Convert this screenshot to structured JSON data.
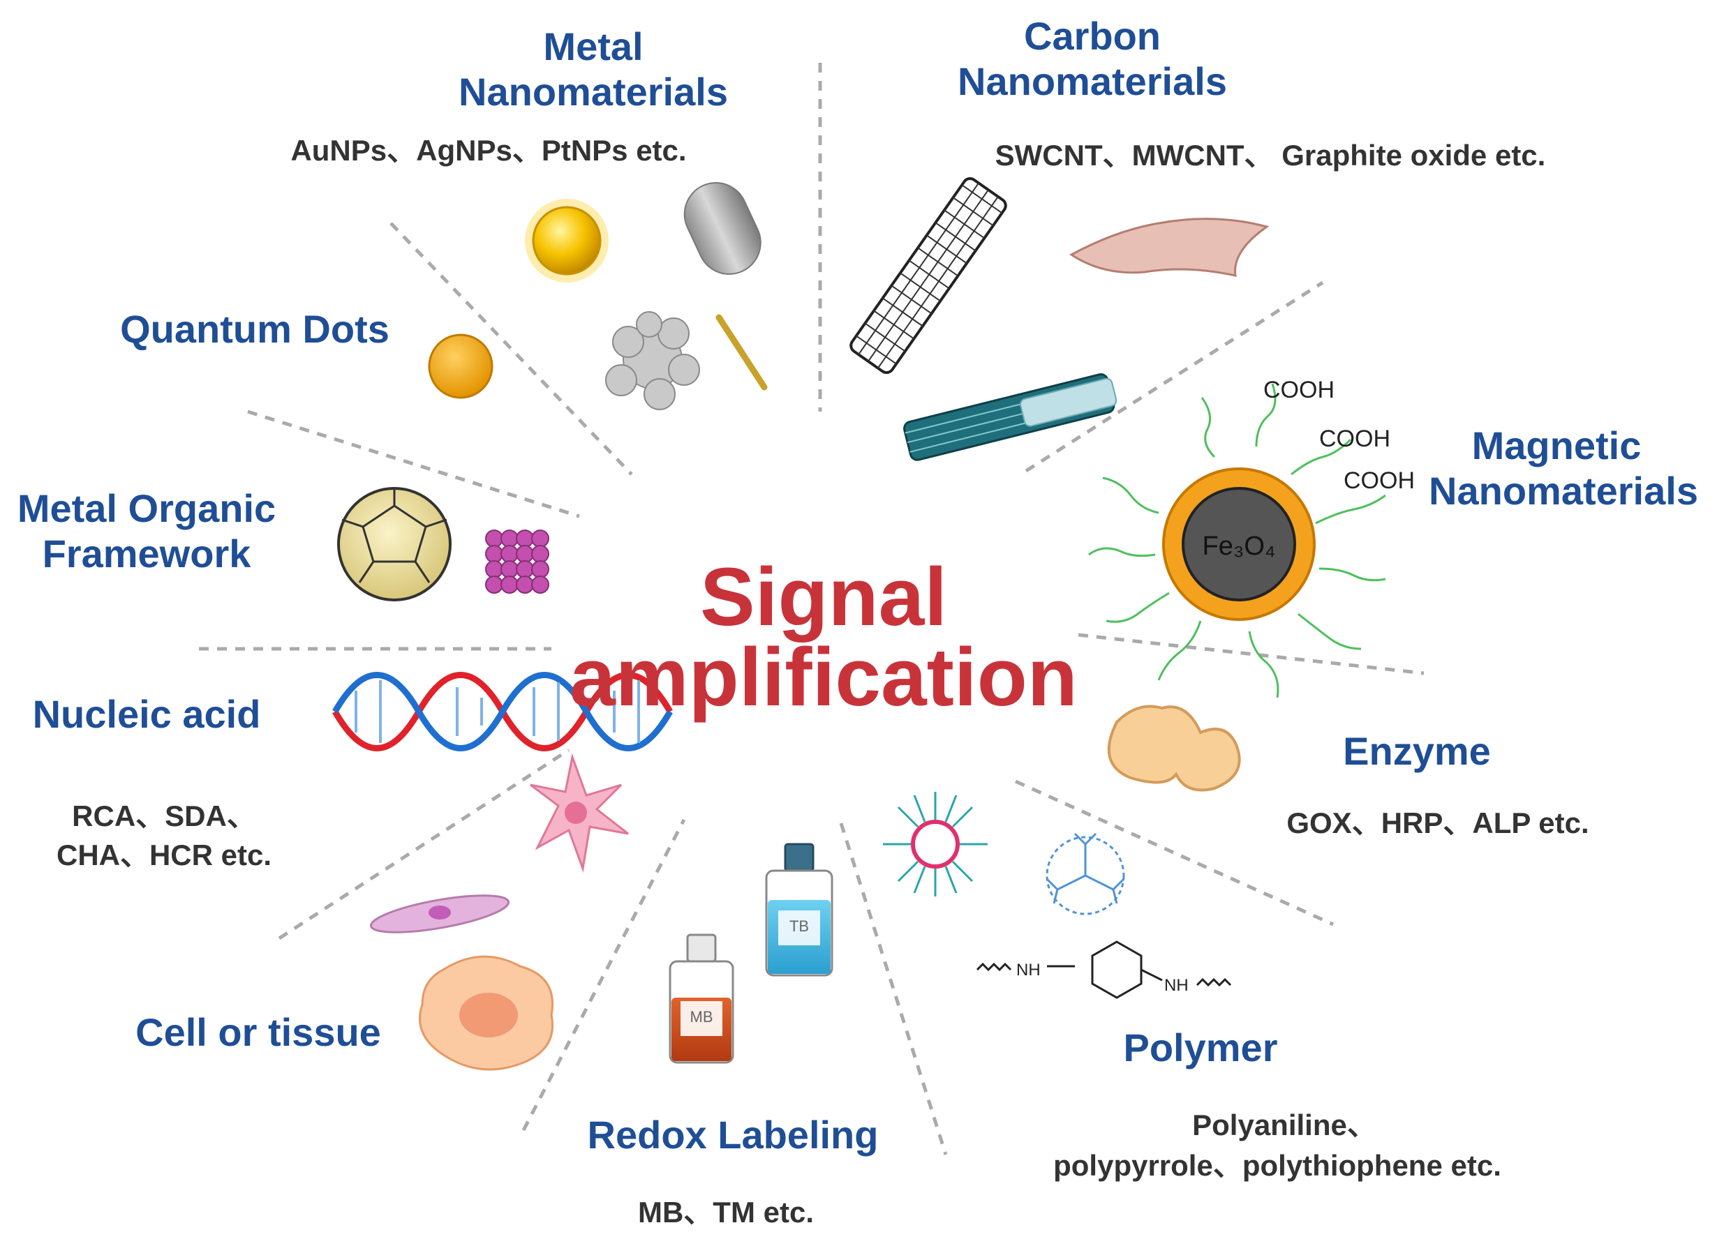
{
  "center": {
    "line1": "Signal",
    "line2": "amplification"
  },
  "categories": {
    "metal": {
      "title_line1": "Metal",
      "title_line2": "Nanomaterials",
      "examples": "AuNPs、AgNPs、PtNPs etc."
    },
    "carbon": {
      "title_line1": "Carbon",
      "title_line2": "Nanomaterials",
      "examples": "SWCNT、MWCNT、 Graphite oxide etc."
    },
    "quantum": {
      "title": "Quantum Dots"
    },
    "mof": {
      "title_line1": "Metal Organic",
      "title_line2": "Framework"
    },
    "magnetic": {
      "title_line1": "Magnetic",
      "title_line2": "Nanomaterials",
      "core_label": "Fe₃O₄",
      "ligand_label": "COOH"
    },
    "nucleic": {
      "title": "Nucleic acid",
      "examples_line1": "RCA、SDA、",
      "examples_line2": "CHA、HCR etc."
    },
    "enzyme": {
      "title": "Enzyme",
      "examples": "GOX、HRP、ALP etc."
    },
    "cell": {
      "title": "Cell or tissue"
    },
    "redox": {
      "title": "Redox Labeling",
      "examples": "MB、TM etc.",
      "bottle1_label": "MB",
      "bottle2_label": "TB"
    },
    "polymer": {
      "title": "Polymer",
      "examples_line1": "Polyaniline、",
      "examples_line2": "polypyrrole、polythiophene etc.",
      "amine_label": "NH"
    }
  },
  "colors": {
    "title_blue": "#1f4e96",
    "center_red": "#c8333a",
    "example_gray": "#333333",
    "divider_gray": "#aaaaaa",
    "gold": "#f4b400",
    "teal": "#2aa6a8"
  }
}
